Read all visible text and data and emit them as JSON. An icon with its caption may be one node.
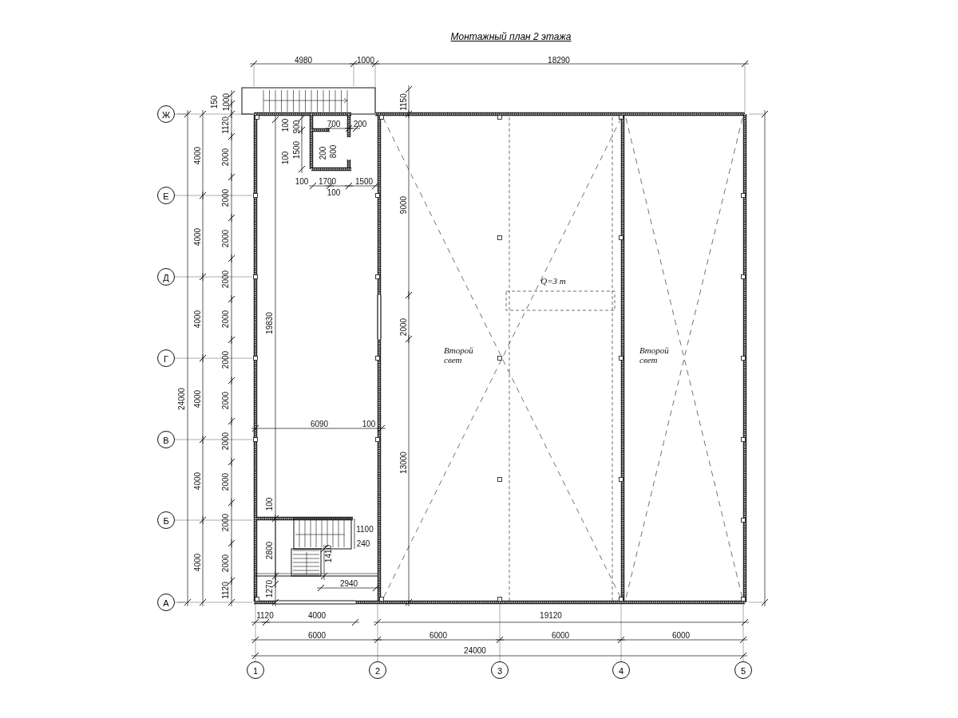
{
  "diagram": {
    "title": "Монтажный план 2 этажа",
    "nodes": [
      {
        "text": [
          "Ж"
        ]
      },
      {
        "text": [
          "Е"
        ]
      },
      {
        "text": [
          "Д"
        ]
      },
      {
        "text": [
          "Г"
        ]
      },
      {
        "text": [
          "В"
        ]
      },
      {
        "text": [
          "Б"
        ]
      },
      {
        "text": [
          "А"
        ]
      },
      {
        "text": [
          "1"
        ]
      },
      {
        "text": [
          "2"
        ]
      },
      {
        "text": [
          "3"
        ]
      },
      {
        "text": [
          "4"
        ]
      },
      {
        "text": [
          "5"
        ]
      }
    ],
    "labels": [
      "4980",
      "1000",
      "18290",
      "150",
      "1000",
      "1150",
      "1120",
      "100",
      "900",
      "700",
      "200",
      "4000",
      "2000",
      "200",
      "800",
      "100",
      "1500",
      "100",
      "1700",
      "1500",
      "100",
      "2000",
      "9000",
      "4000",
      "2000",
      "Q=3 т",
      "2000",
      "4000",
      "2000",
      "19830",
      "2000",
      "2000",
      "Второй свет",
      "Второй свет",
      "24000",
      "4000",
      "2000",
      "6090",
      "100",
      "2000",
      "13000",
      "4000",
      "2000",
      "100",
      "2000",
      "1100",
      "240",
      "2800",
      "1410",
      "4000",
      "2000",
      "2940",
      "1120",
      "1270",
      "1120",
      "4000",
      "19120",
      "6000",
      "6000",
      "6000",
      "6000",
      "24000"
    ]
  }
}
